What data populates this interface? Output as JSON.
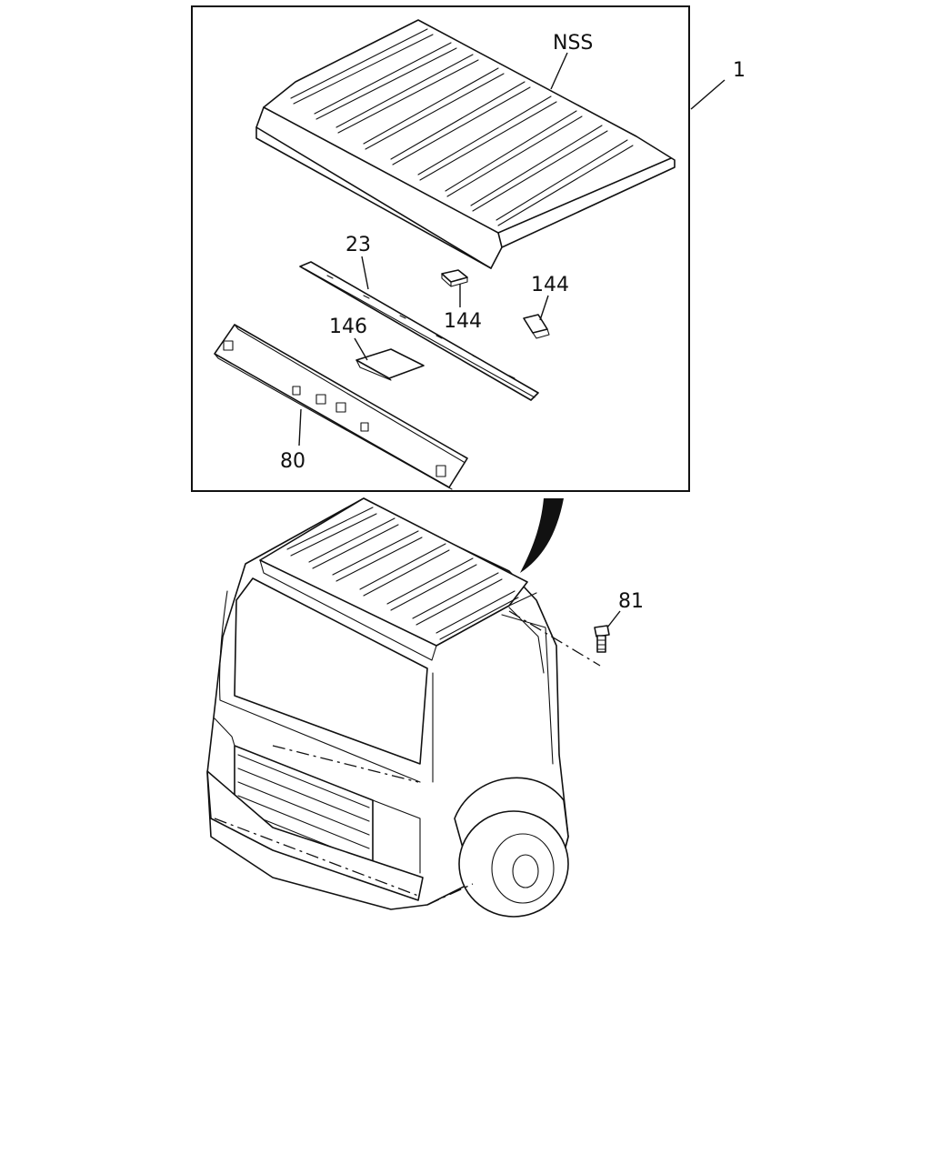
{
  "callouts": {
    "assembly": "1",
    "roof_panel": "NSS",
    "roof_bow": "23",
    "bracket_a": "144",
    "bracket_b": "144",
    "mount_plate": "146",
    "header_rail": "80",
    "bolt": "81"
  }
}
